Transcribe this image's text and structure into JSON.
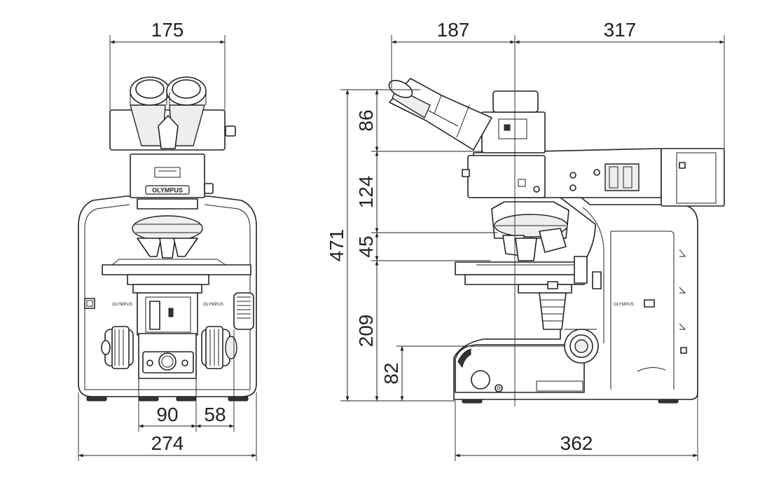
{
  "dimensions": {
    "front_top_width": "175",
    "front_base_width": "274",
    "front_bottom_inner_left": "90",
    "front_bottom_inner_right": "58",
    "side_top_left": "187",
    "side_top_right": "317",
    "side_total_height": "471",
    "side_head_height": "86",
    "side_arm_height": "124",
    "side_nosepiece_height": "45",
    "side_stage_height": "209",
    "side_focus_height": "82",
    "side_base_depth": "362"
  },
  "brand": {
    "logo_text": "OLYMPUS",
    "side_label_text": "OLYMPUS"
  }
}
